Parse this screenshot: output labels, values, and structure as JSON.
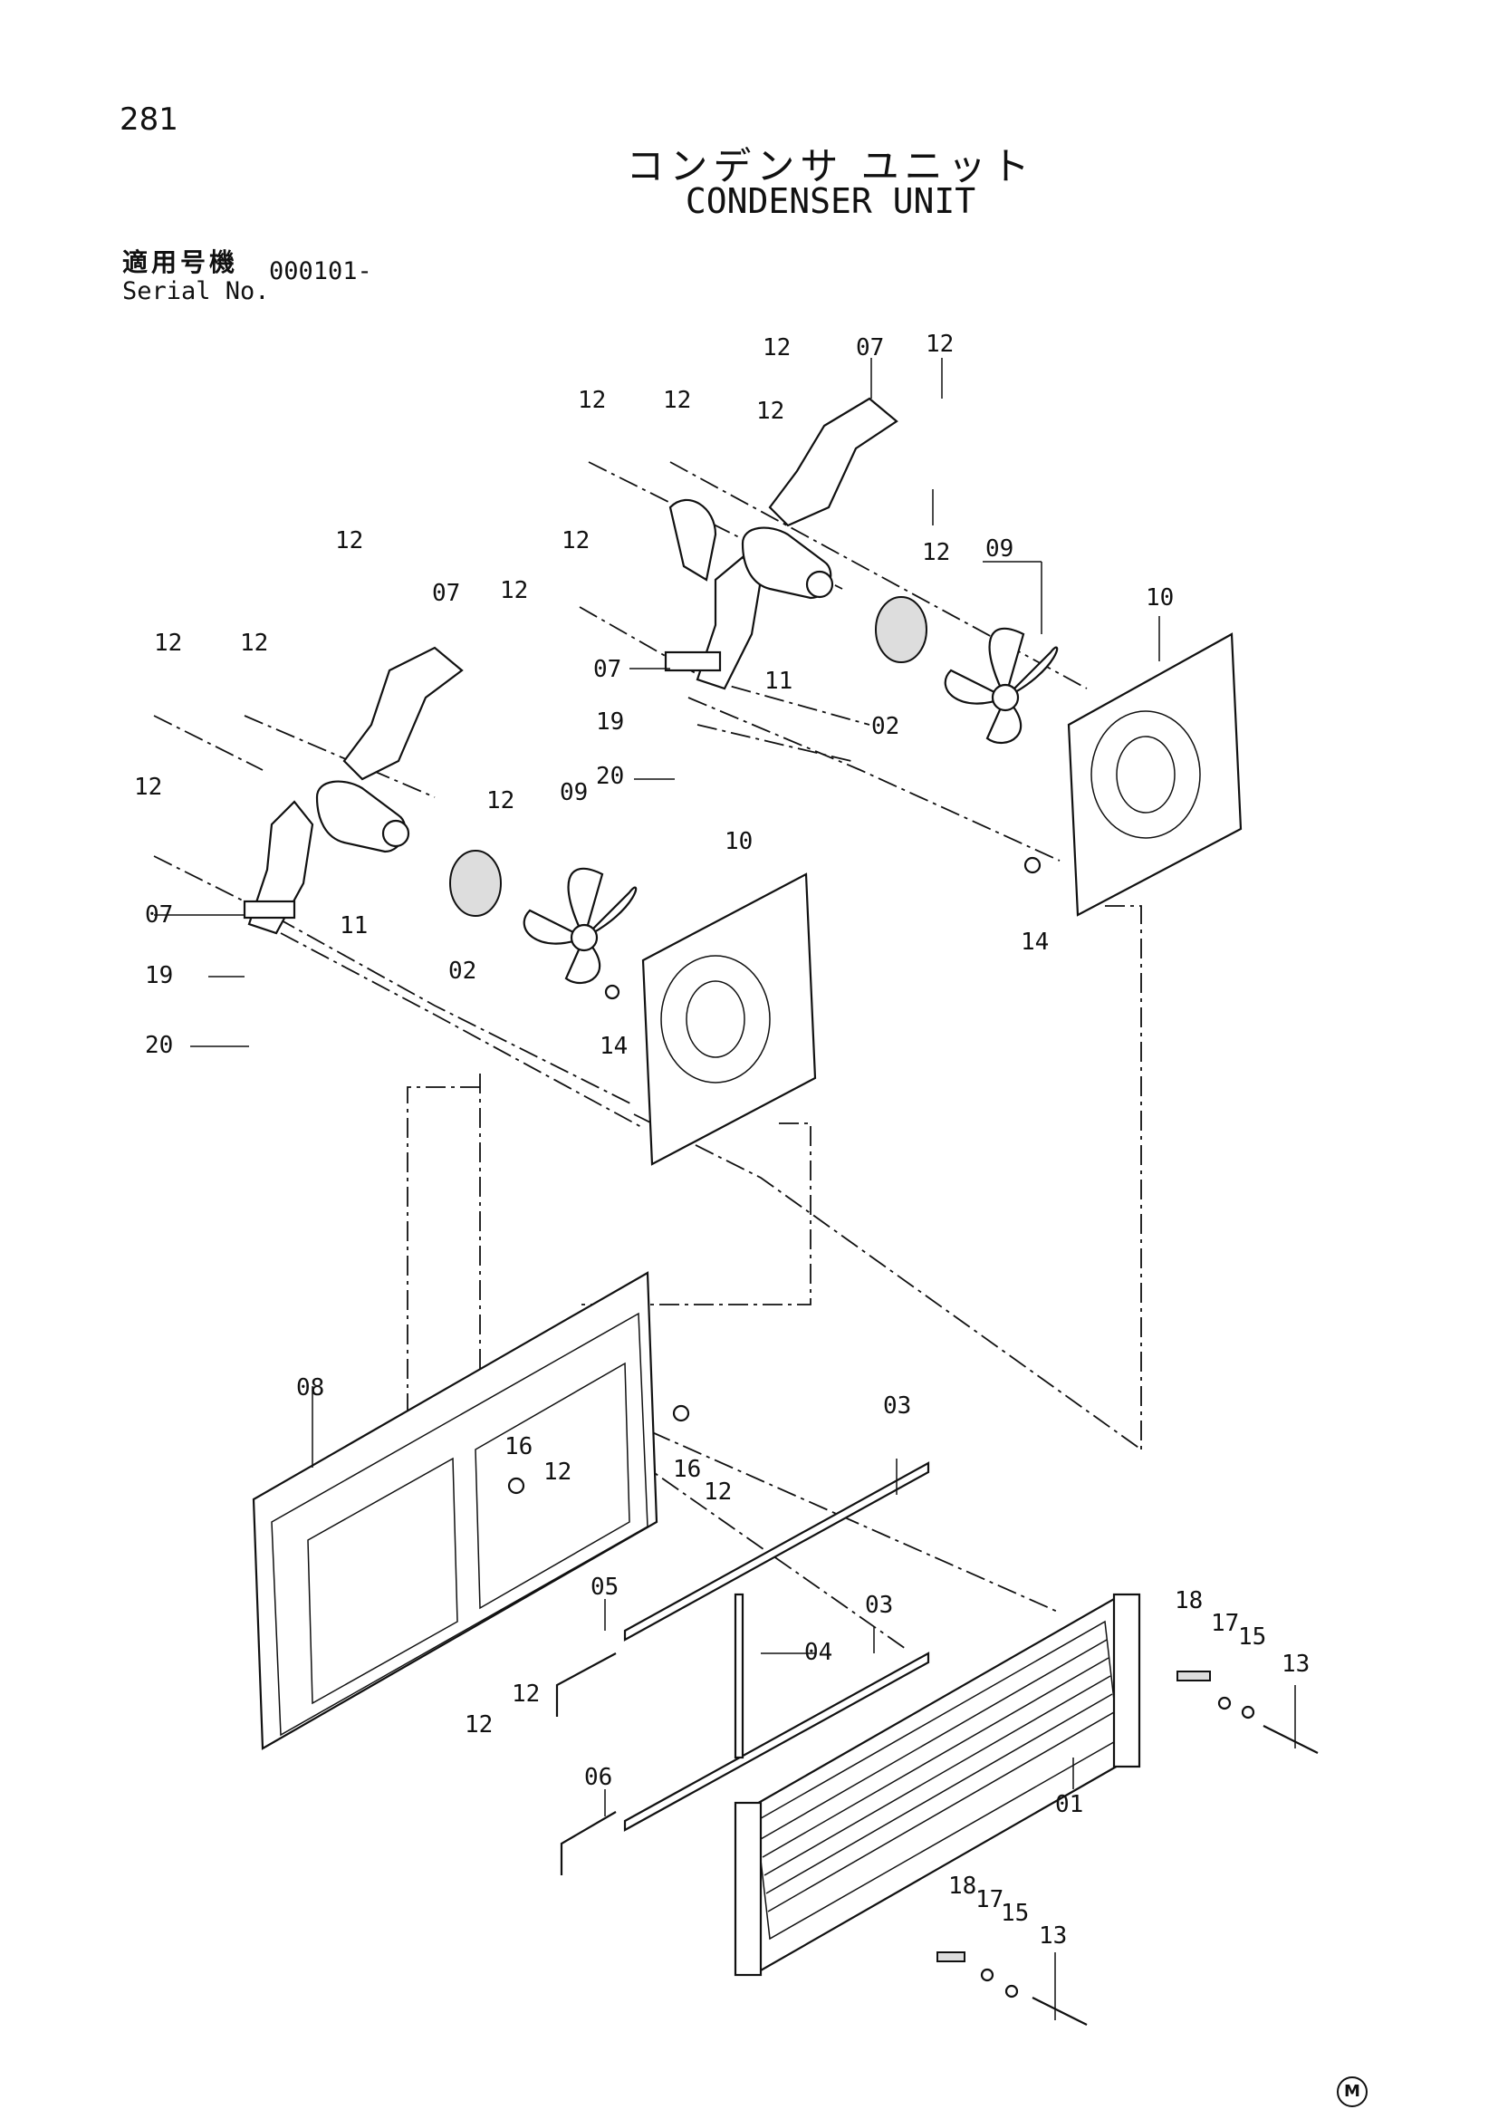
{
  "header": {
    "page_number": "281",
    "title_jp": "コンデンサ ユニット",
    "title_en": "CONDENSER UNIT",
    "serial_label_jp": "適用号機",
    "serial_label_en": "Serial No.",
    "serial_value": "000101-"
  },
  "callouts": {
    "c01": "01",
    "c02a": "02",
    "c02b": "02",
    "c03a": "03",
    "c03b": "03",
    "c04": "04",
    "c05": "05",
    "c06": "06",
    "c07a": "07",
    "c07b": "07",
    "c07c": "07",
    "c07d": "07",
    "c08": "08",
    "c09a": "09",
    "c09b": "09",
    "c10a": "10",
    "c10b": "10",
    "c11a": "11",
    "c11b": "11",
    "c12a": "12",
    "c12b": "12",
    "c12c": "12",
    "c12d": "12",
    "c12e": "12",
    "c12f": "12",
    "c12g": "12",
    "c12h": "12",
    "c12i": "12",
    "c12j": "12",
    "c12k": "12",
    "c12l": "12",
    "c12m": "12",
    "c12n": "12",
    "c12o": "12",
    "c12p": "12",
    "c12q": "12",
    "c13a": "13",
    "c13b": "13",
    "c14a": "14",
    "c14b": "14",
    "c15a": "15",
    "c15b": "15",
    "c16a": "16",
    "c16b": "16",
    "c17a": "17",
    "c17b": "17",
    "c18a": "18",
    "c18b": "18",
    "c19a": "19",
    "c19b": "19",
    "c20a": "20",
    "c20b": "20"
  },
  "footer": {
    "mark": "M"
  }
}
